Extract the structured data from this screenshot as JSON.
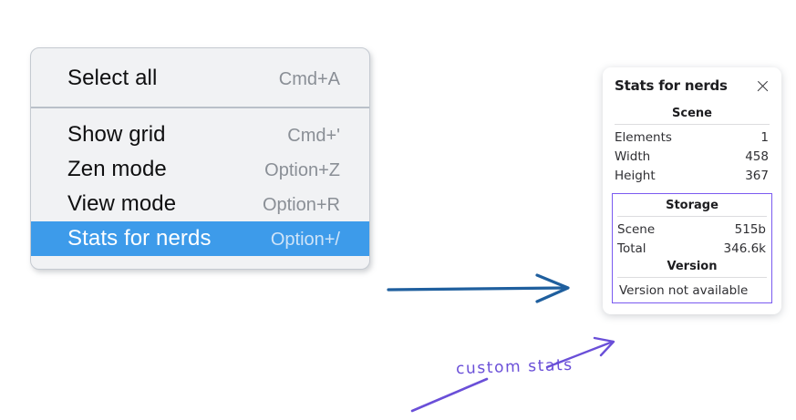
{
  "context_menu": {
    "groups": [
      {
        "items": [
          {
            "label": "Select all",
            "shortcut": "Cmd+A",
            "selected": false
          }
        ]
      },
      {
        "items": [
          {
            "label": "Show grid",
            "shortcut": "Cmd+'",
            "selected": false
          },
          {
            "label": "Zen mode",
            "shortcut": "Option+Z",
            "selected": false
          },
          {
            "label": "View mode",
            "shortcut": "Option+R",
            "selected": false
          },
          {
            "label": "Stats for nerds",
            "shortcut": "Option+/",
            "selected": true
          }
        ]
      }
    ],
    "highlight_color": "#3d9bea",
    "background_color": "#f1f2f4"
  },
  "stats_panel": {
    "title": "Stats for nerds",
    "close_icon": "close-icon",
    "sections": [
      {
        "name": "scene",
        "heading": "Scene",
        "boxed": false,
        "rows": [
          {
            "label": "Elements",
            "value": "1"
          },
          {
            "label": "Width",
            "value": "458"
          },
          {
            "label": "Height",
            "value": "367"
          }
        ]
      },
      {
        "name": "storage",
        "heading": "Storage",
        "boxed": true,
        "rows": [
          {
            "label": "Scene",
            "value": "515b"
          },
          {
            "label": "Total",
            "value": "346.6k"
          }
        ]
      },
      {
        "name": "version",
        "heading": "Version",
        "boxed": true,
        "text": "Version not available"
      }
    ],
    "box_outline_color": "#7a5af0"
  },
  "annotations": {
    "arrow_label": "custom stats",
    "arrow_color": "#6a4fd8",
    "pointer_arrow_color": "#1f5f9e"
  }
}
